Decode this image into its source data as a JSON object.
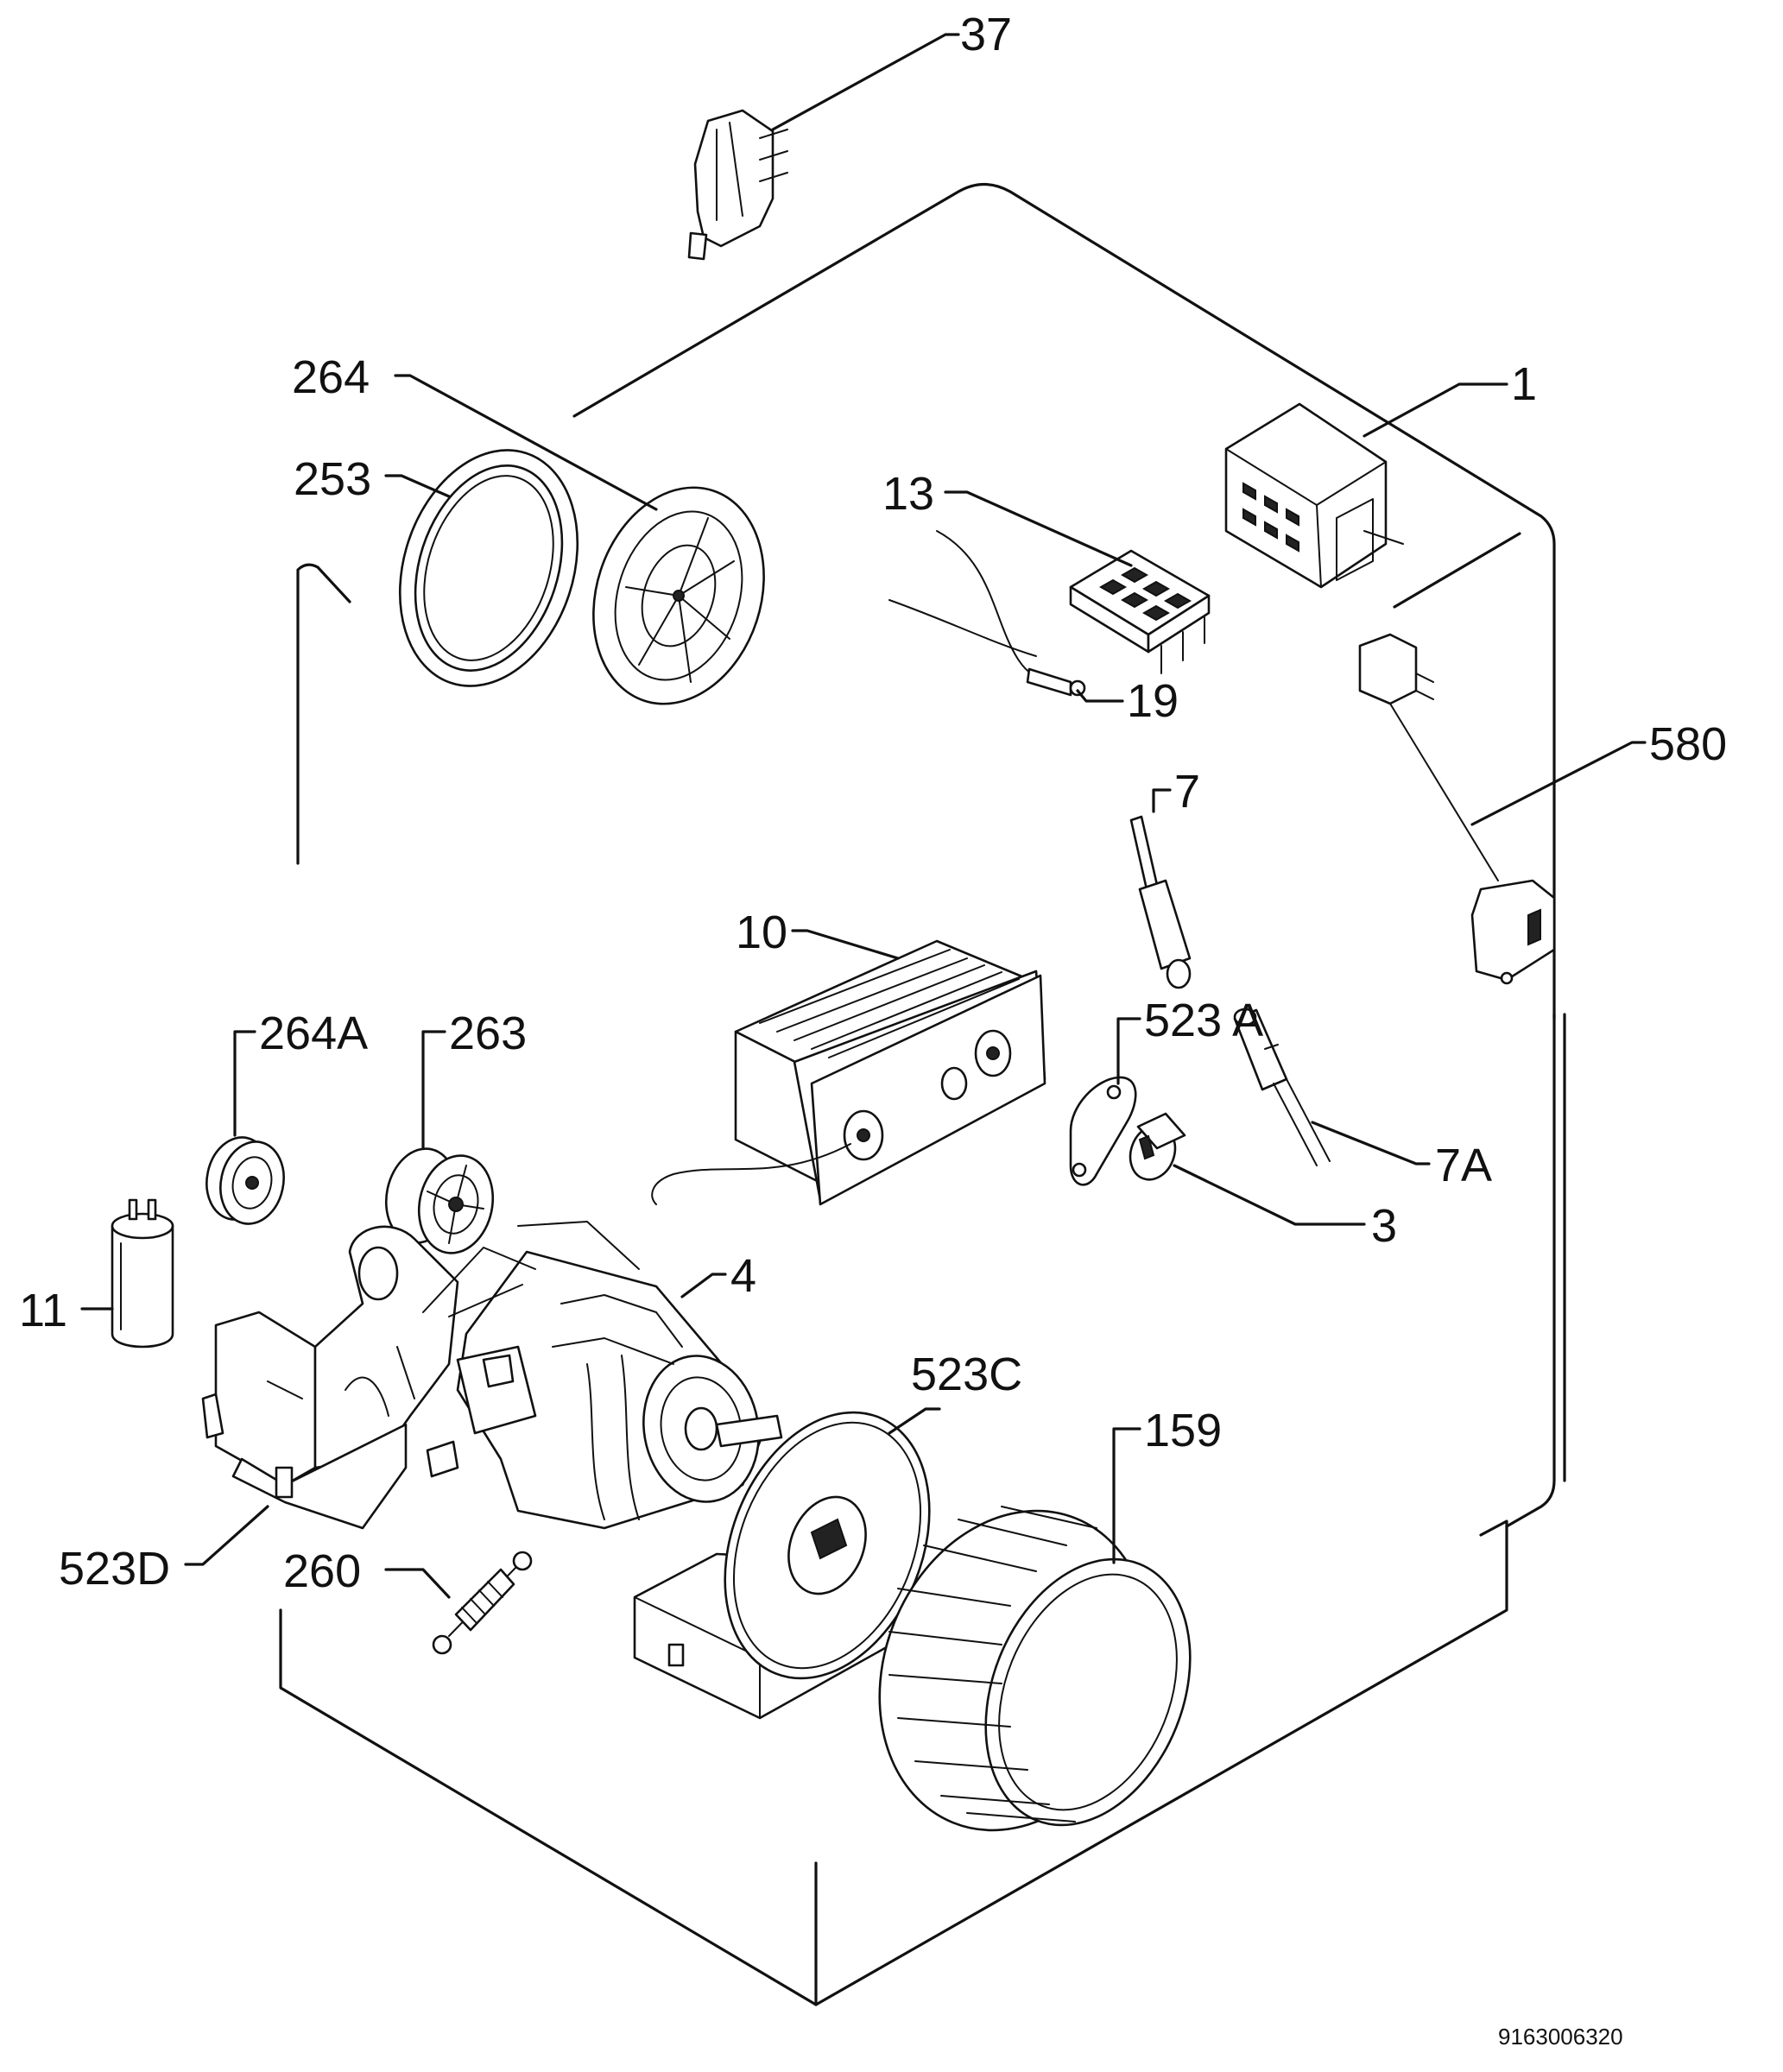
{
  "callouts": {
    "p37": "37",
    "p1": "1",
    "p264": "264",
    "p253": "253",
    "p13": "13",
    "p19": "19",
    "p580": "580",
    "p7": "7",
    "p10": "10",
    "p523a": "523 A",
    "p264a": "264A",
    "p263": "263",
    "p7a": "7A",
    "p3": "3",
    "p11": "11",
    "p4": "4",
    "p523c": "523C",
    "p159": "159",
    "p523d": "523D",
    "p260": "260"
  },
  "document_number": "9163006320"
}
